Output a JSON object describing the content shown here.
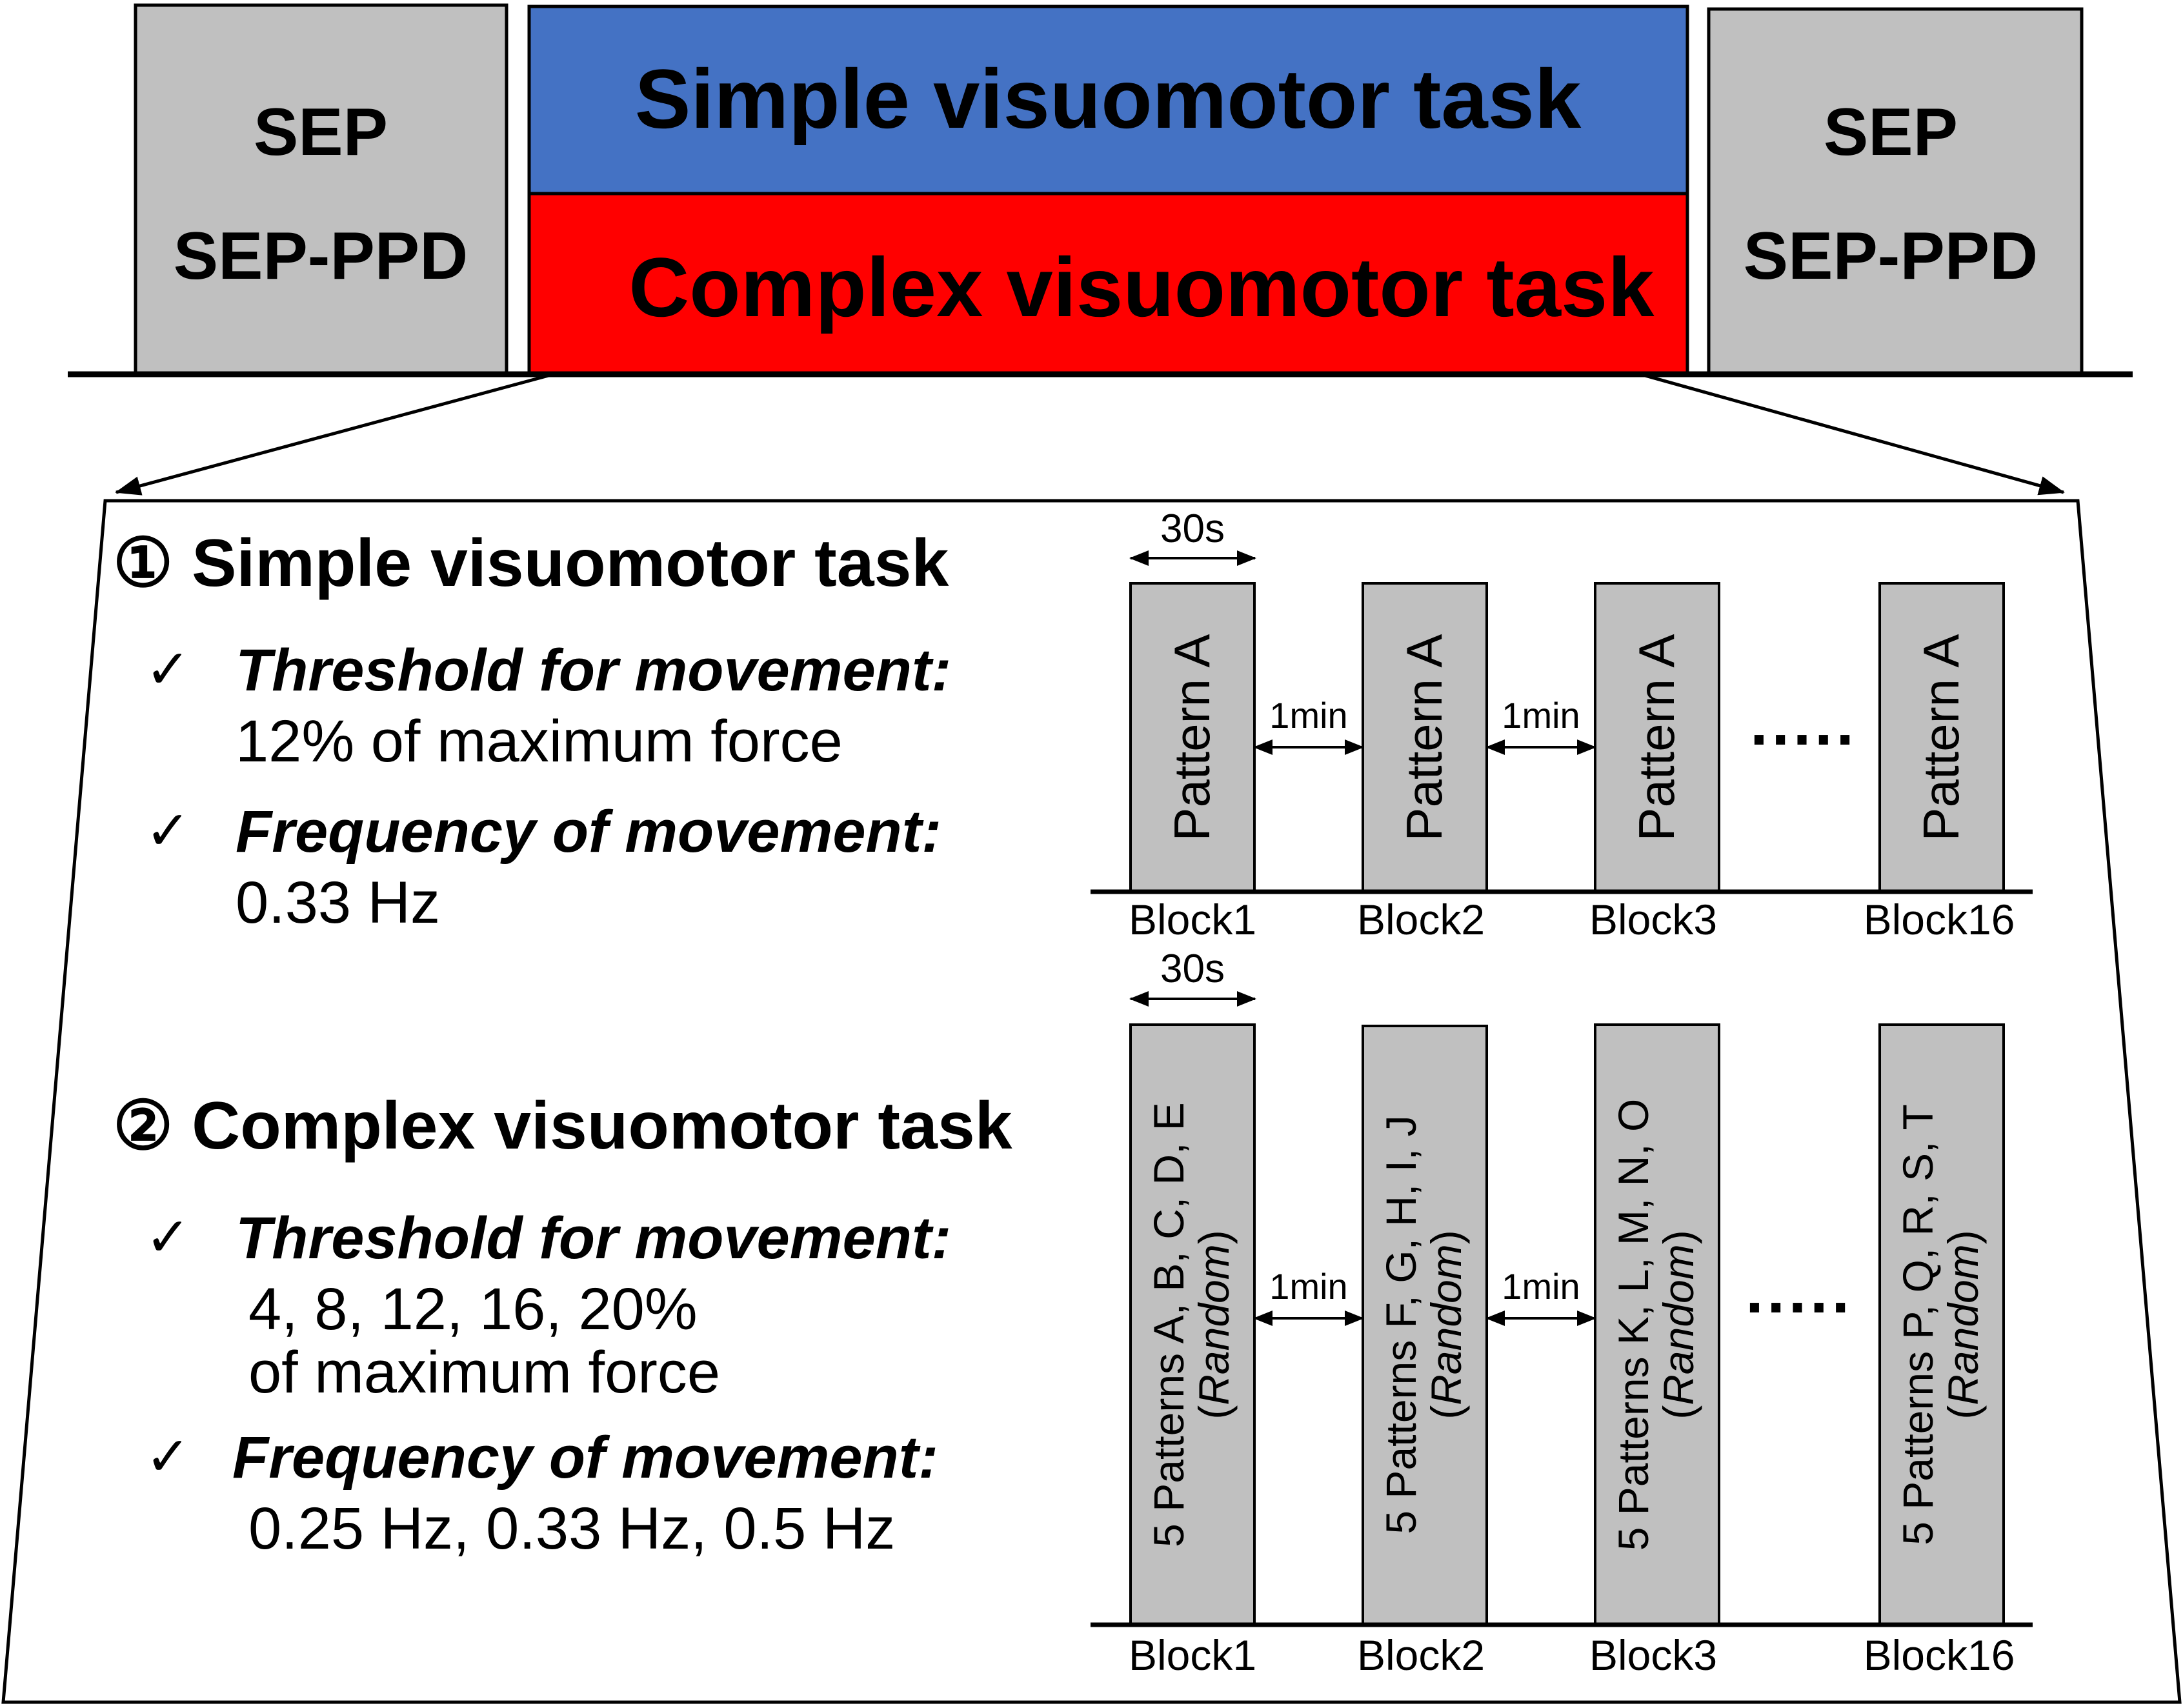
{
  "top": {
    "left_box": {
      "line1": "SEP",
      "line2": "SEP-PPD"
    },
    "simple_band": "Simple visuomotor task",
    "complex_band": "Complex visuomotor task",
    "right_box": {
      "line1": "SEP",
      "line2": "SEP-PPD"
    }
  },
  "colors": {
    "gray_box": "#c0c0c0",
    "simple_blue": "#4472c4",
    "complex_red": "#ff0000",
    "text": "#000000"
  },
  "simple_task": {
    "title": "① Simple visuomotor task",
    "checkmark": "✓",
    "threshold_label": "Threshold for movement:",
    "threshold_value": "12% of maximum force",
    "frequency_label": "Frequency of movement:",
    "frequency_value": "0.33 Hz",
    "duration": "30s",
    "interval_1": "1min",
    "interval_2": "1min",
    "blocks": [
      {
        "text": "Pattern A",
        "label": "Block1"
      },
      {
        "text": "Pattern A",
        "label": "Block2"
      },
      {
        "text": "Pattern A",
        "label": "Block3"
      },
      {
        "text": "Pattern A",
        "label": "Block16"
      }
    ],
    "ellipsis": "·····"
  },
  "complex_task": {
    "title": "② Complex visuomotor task",
    "checkmark": "✓",
    "threshold_label": "Threshold for movement:",
    "threshold_value_1": "4, 8, 12, 16, 20%",
    "threshold_value_2": "of maximum force",
    "frequency_label": "Frequency of movement:",
    "frequency_value": "0.25 Hz, 0.33 Hz, 0.5 Hz",
    "duration": "30s",
    "interval_1": "1min",
    "interval_2": "1min",
    "blocks": [
      {
        "line1": "5 Patterns A, B, C, D, E",
        "line2": "Random",
        "label": "Block1"
      },
      {
        "line1": "5 Patterns F, G, H, I, J",
        "line2": "Random",
        "label": "Block2"
      },
      {
        "line1": "5 Patterns K, L, M, N, O",
        "line2": "Random",
        "label": "Block3"
      },
      {
        "line1": "5 Patterns P, Q, R, S, T",
        "line2": "Random",
        "label": "Block16"
      }
    ],
    "ellipsis": "·····"
  }
}
